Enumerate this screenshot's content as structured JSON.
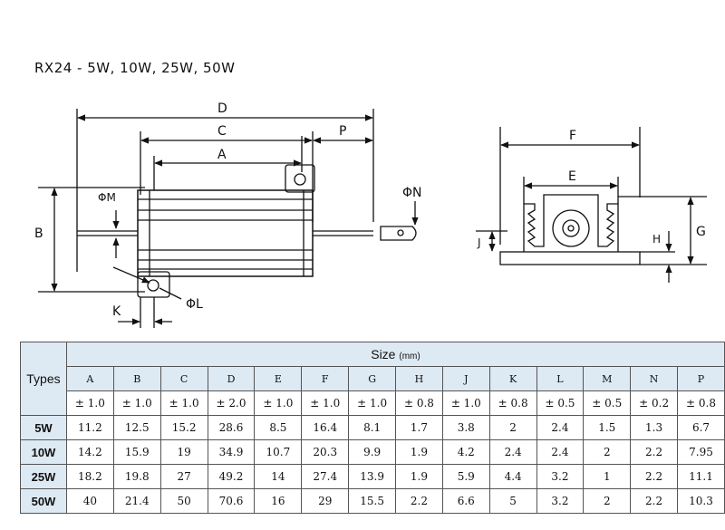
{
  "title": "RX24 - 5W, 10W, 25W, 50W",
  "diagram_labels": {
    "D": "D",
    "C": "C",
    "P": "P",
    "A": "A",
    "B": "B",
    "PhiM": "ΦM",
    "PhiN": "ΦN",
    "PhiL": "ΦL",
    "K": "K",
    "F": "F",
    "E": "E",
    "J": "J",
    "H": "H",
    "G": "G"
  },
  "table": {
    "types_header": "Types",
    "size_header": "Size",
    "size_unit": "(mm)",
    "columns": [
      "A",
      "B",
      "C",
      "D",
      "E",
      "F",
      "G",
      "H",
      "J",
      "K",
      "L",
      "M",
      "N",
      "P"
    ],
    "tolerances": [
      "± 1.0",
      "± 1.0",
      "± 1.0",
      "± 2.0",
      "± 1.0",
      "± 1.0",
      "± 1.0",
      "± 0.8",
      "± 1.0",
      "± 0.8",
      "± 0.5",
      "± 0.5",
      "± 0.2",
      "± 0.8"
    ],
    "rows": [
      {
        "type": "5W",
        "values": [
          "11.2",
          "12.5",
          "15.2",
          "28.6",
          "8.5",
          "16.4",
          "8.1",
          "1.7",
          "3.8",
          "2",
          "2.4",
          "1.5",
          "1.3",
          "6.7"
        ]
      },
      {
        "type": "10W",
        "values": [
          "14.2",
          "15.9",
          "19",
          "34.9",
          "10.7",
          "20.3",
          "9.9",
          "1.9",
          "4.2",
          "2.4",
          "2.4",
          "2",
          "2.2",
          "7.95"
        ]
      },
      {
        "type": "25W",
        "values": [
          "18.2",
          "19.8",
          "27",
          "49.2",
          "14",
          "27.4",
          "13.9",
          "1.9",
          "5.9",
          "4.4",
          "3.2",
          "1",
          "2.2",
          "11.1"
        ]
      },
      {
        "type": "50W",
        "values": [
          "40",
          "21.4",
          "50",
          "70.6",
          "16",
          "29",
          "15.5",
          "2.2",
          "6.6",
          "5",
          "3.2",
          "2",
          "2.2",
          "10.3"
        ]
      }
    ]
  }
}
